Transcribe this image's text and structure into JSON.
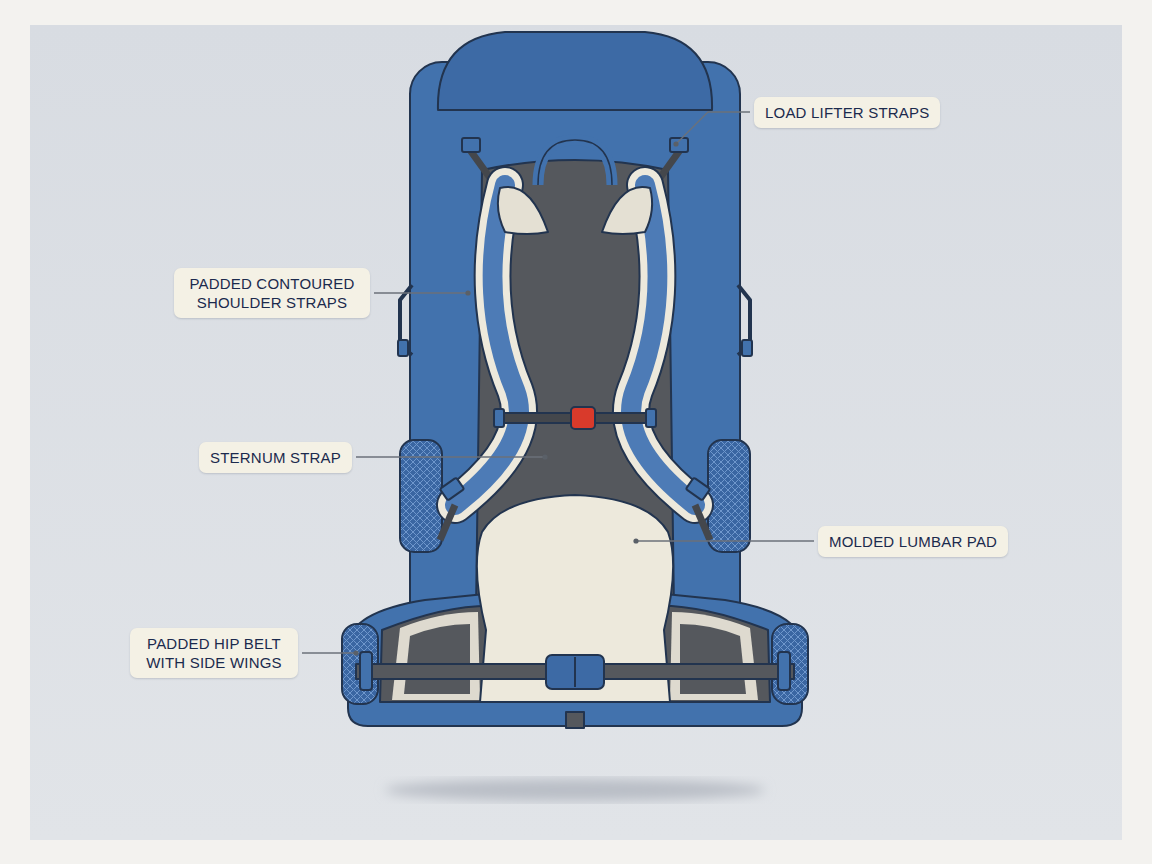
{
  "diagram": {
    "nodes": [
      {
        "text": [
          "LOAD LIFTER STRAPS"
        ]
      },
      {
        "text": [
          "PADDED CONTOURED SHOULDER STRAPS"
        ]
      },
      {
        "text": [
          "STERNUM STRAP"
        ]
      },
      {
        "text": [
          "MOLDED LUMBAR PAD"
        ]
      },
      {
        "text": [
          "PADDED HIP BELT WITH SIDE WINGS"
        ]
      }
    ]
  }
}
